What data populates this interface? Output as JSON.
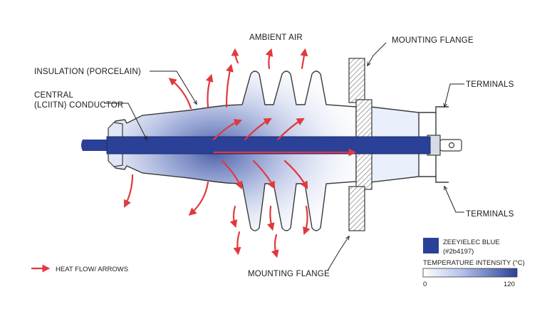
{
  "labels": {
    "ambient_air": "AMBIENT AIR",
    "mounting_flange_top": "MOUNTING FLANGE",
    "insulation": "INSULATION (PORCELAIN)",
    "central_line1": "CENTRAL",
    "central_line2": "(LCIITN) CONDUCTOR",
    "terminals_top": "TERMINALS",
    "terminals_bottom": "TERMINALS",
    "mounting_flange_bottom": "MOUNTING FLANGE",
    "heat_flow": "HEAT FLOW/ ARROWS"
  },
  "legend": {
    "swatch_title": "ZEEYIELEC BLUE",
    "swatch_code": "(#2b4197)",
    "swatch_color": "#2b4197",
    "scale_title": "TEMPERATURE INTENSITY (°C)",
    "scale_min": "0",
    "scale_max": "120"
  },
  "colors": {
    "conductor": "#2b4197",
    "heat_arrow": "#e0393e",
    "outline": "#3a3a3a",
    "flange_hatch": "#6b6b6b"
  },
  "icons": {
    "heat_arrow": "red-curved-arrow",
    "flow_arrow": "red-straight-arrow"
  }
}
